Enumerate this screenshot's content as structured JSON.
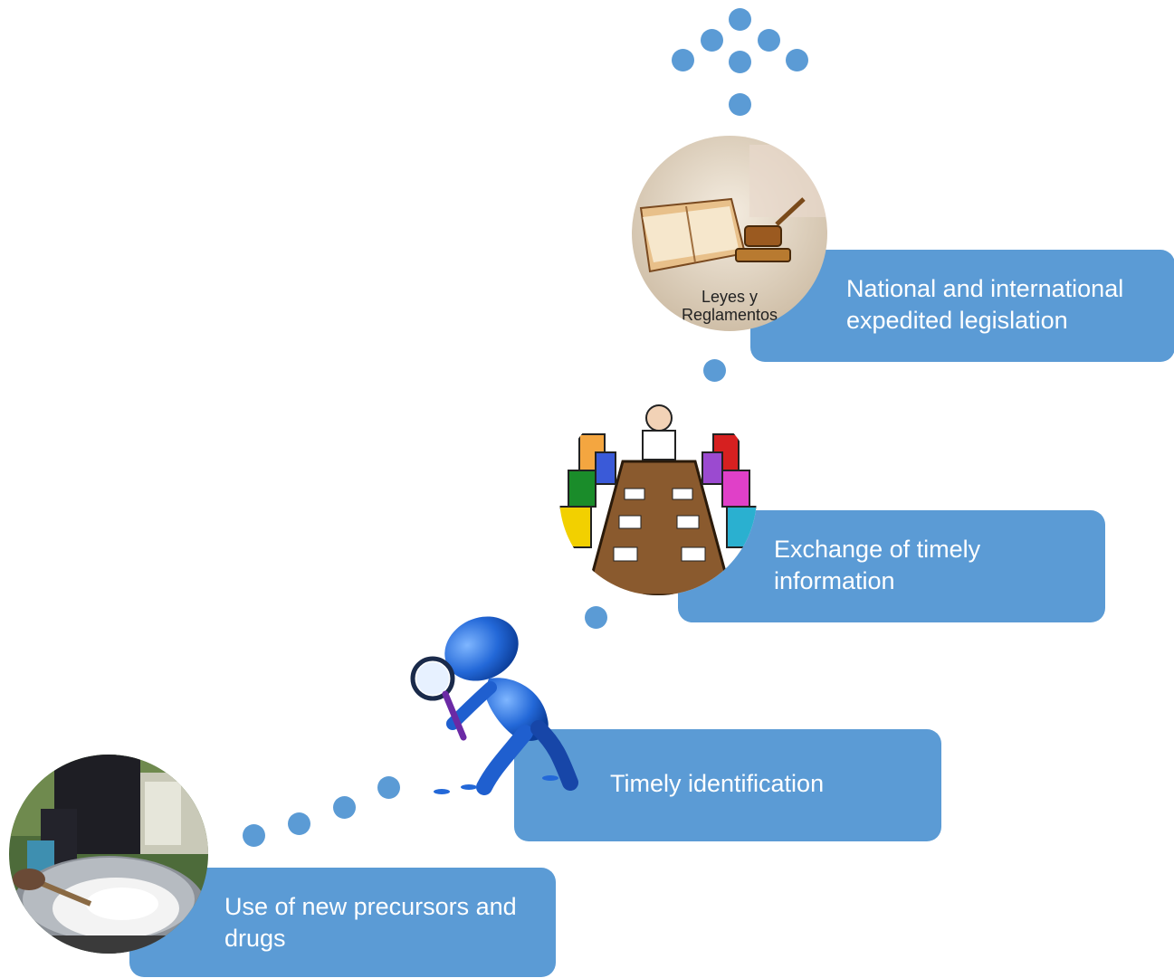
{
  "steps": [
    {
      "text": "Use of new precursors and\ndrugs"
    },
    {
      "text": "Timely identification"
    },
    {
      "text": "Exchange of timely\ninformation"
    },
    {
      "text": "National and international\nexpedited legislation"
    }
  ],
  "photo_caption": "Leyes y\nReglamentos",
  "colors": {
    "accent": "#5b9bd5",
    "text": "#ffffff"
  }
}
